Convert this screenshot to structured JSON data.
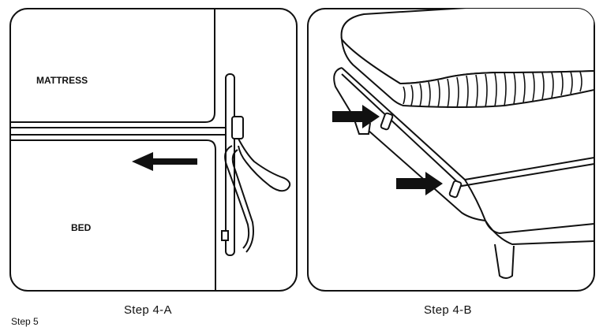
{
  "panels": [
    {
      "id": "step-4-a",
      "caption": "Step 4-A",
      "labels": {
        "mattress": "MATTRESS",
        "bed": "BED"
      }
    },
    {
      "id": "step-4-b",
      "caption": "Step 4-B"
    }
  ],
  "footer_text": "Step 5"
}
